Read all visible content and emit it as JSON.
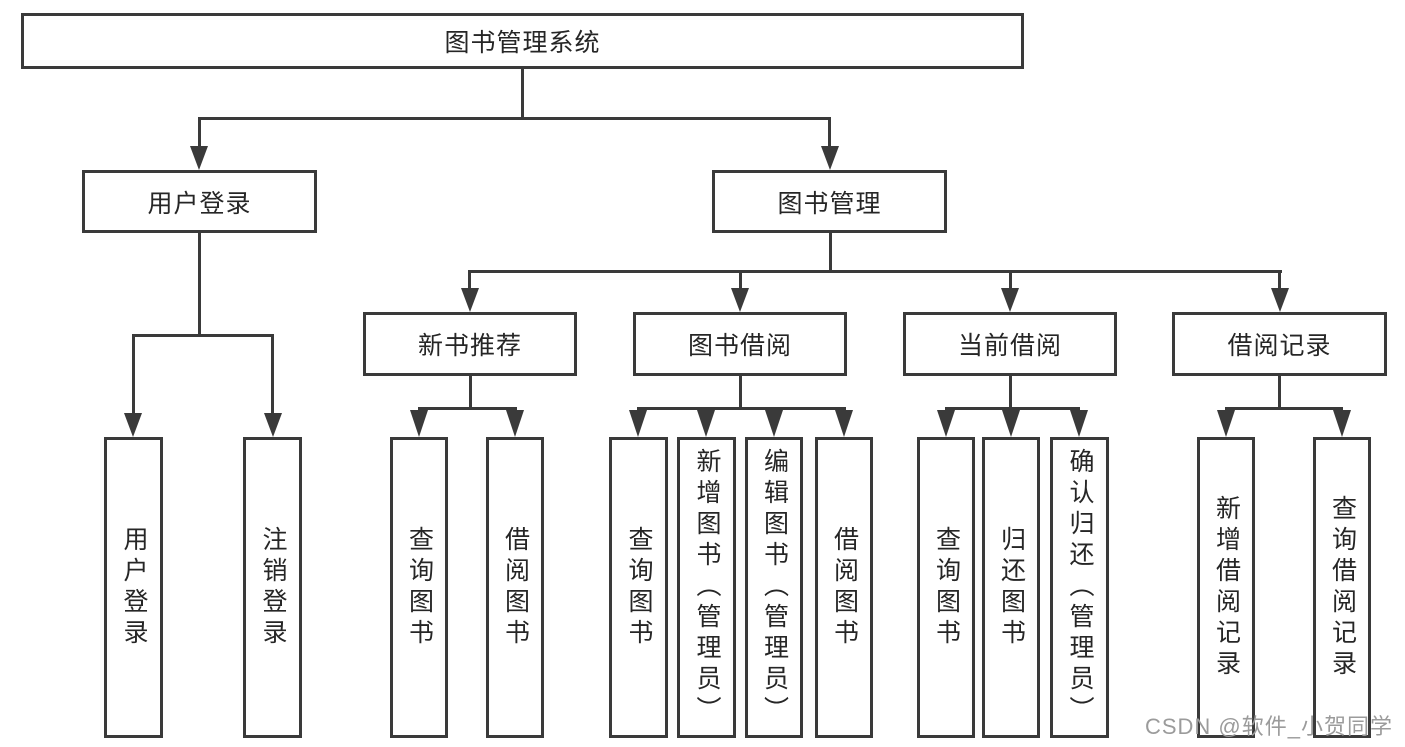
{
  "diagram": {
    "root": {
      "label": "图书管理系统"
    },
    "level2": [
      {
        "label": "用户登录"
      },
      {
        "label": "图书管理"
      }
    ],
    "level3": [
      {
        "label": "新书推荐"
      },
      {
        "label": "图书借阅"
      },
      {
        "label": "当前借阅"
      },
      {
        "label": "借阅记录"
      }
    ],
    "leaves": {
      "user_login": [
        {
          "label": "用户登录"
        },
        {
          "label": "注销登录"
        }
      ],
      "new_book_recommend": [
        {
          "label": "查询图书"
        },
        {
          "label": "借阅图书"
        }
      ],
      "book_borrow": [
        {
          "label": "查询图书"
        },
        {
          "label": "新增图书（管理员）"
        },
        {
          "label": "编辑图书（管理员）"
        },
        {
          "label": "借阅图书"
        }
      ],
      "current_borrow": [
        {
          "label": "查询图书"
        },
        {
          "label": "归还图书"
        },
        {
          "label": "确认归还（管理员）"
        }
      ],
      "borrow_records": [
        {
          "label": "新增借阅记录"
        },
        {
          "label": "查询借阅记录"
        }
      ]
    }
  },
  "watermark": {
    "text": "CSDN @软件_小贺同学"
  },
  "colors": {
    "line": "#3a3a3a",
    "text": "#262626",
    "watermark": "#9b9b9b",
    "background": "#ffffff"
  }
}
